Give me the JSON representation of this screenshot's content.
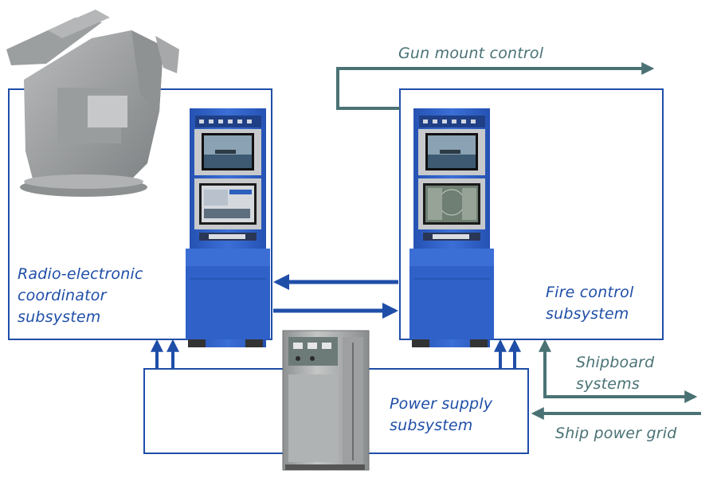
{
  "labels": {
    "gun_mount_control": "Gun mount control",
    "radio_electronic": [
      "Radio-electronic",
      "coordinator",
      "subsystem"
    ],
    "fire_control": [
      "Fire control",
      "subsystem"
    ],
    "power_supply": [
      "Power supply",
      "subsystem"
    ],
    "shipboard_systems": [
      "Shipboard",
      "systems"
    ],
    "ship_power_grid": "Ship power grid"
  },
  "colors": {
    "box_stroke": "#1f4ea8",
    "internal_arrows": "#1f4ea8",
    "external_arrows": "#4a7275",
    "console_blue": "#2f61c8",
    "hardware_grey": "#a7a9aa"
  },
  "icons": {
    "gun_mount": "gun-mount-illustration",
    "console_left": "console-cabinet-illustration",
    "console_right": "console-cabinet-illustration",
    "power_cabinet": "power-cabinet-illustration"
  }
}
